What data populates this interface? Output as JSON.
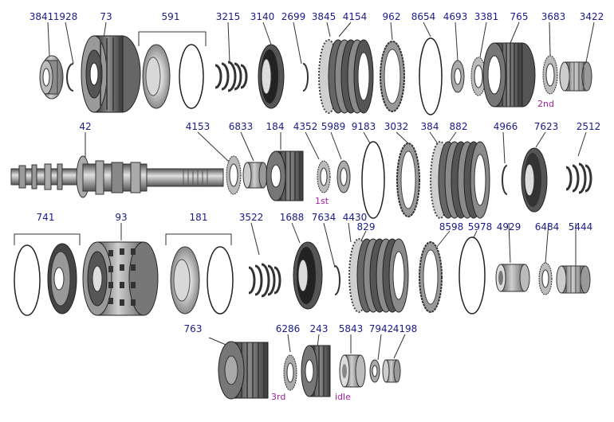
{
  "parts": {
    "p3841": "3841",
    "p1928": "1928",
    "p73": "73",
    "p591": "591",
    "p3215": "3215",
    "p3140": "3140",
    "p2699": "2699",
    "p3845": "3845",
    "p4154": "4154",
    "p962": "962",
    "p8654": "8654",
    "p4693": "4693",
    "p3381": "3381",
    "p765": "765",
    "p3683": "3683",
    "p3422": "3422",
    "p42": "42",
    "p4153": "4153",
    "p6833": "6833",
    "p184": "184",
    "p4352": "4352",
    "p5989": "5989",
    "p9183": "9183",
    "p3032": "3032",
    "p384": "384",
    "p882": "882",
    "p4966": "4966",
    "p7623": "7623",
    "p2512": "2512",
    "p741": "741",
    "p93": "93",
    "p181": "181",
    "p3522": "3522",
    "p1688": "1688",
    "p7634": "7634",
    "p4430": "4430",
    "p829": "829",
    "p8598": "8598",
    "p5978": "5978",
    "p4929": "4929",
    "p6484": "6484",
    "p5444": "5444",
    "p763": "763",
    "p6286": "6286",
    "p243": "243",
    "p5843": "5843",
    "p7942": "7942",
    "p4198": "4198"
  },
  "notes": {
    "second": "2nd",
    "first": "1st",
    "third": "3rd",
    "idle": "idle"
  }
}
